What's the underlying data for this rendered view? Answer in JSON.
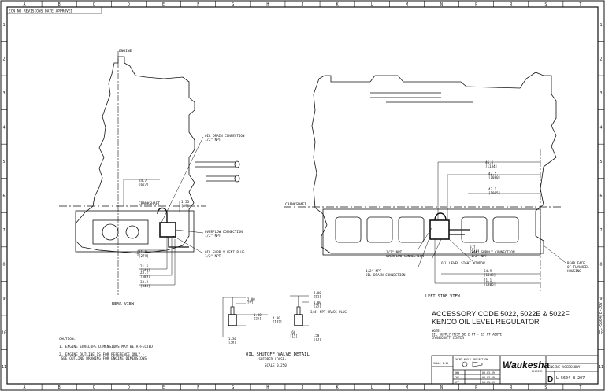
{
  "sheet": {
    "columns": [
      "A",
      "B",
      "C",
      "D",
      "E",
      "F",
      "G",
      "H",
      "J",
      "K",
      "L",
      "M",
      "N",
      "P",
      "R",
      "S",
      "T"
    ],
    "rows": [
      "1",
      "2",
      "3",
      "4",
      "5",
      "6",
      "7",
      "8",
      "9",
      "10",
      "11"
    ],
    "revision_header": "ECN NO  REVISIONS  DATE  APPROVED"
  },
  "rear_view": {
    "title": "REAR VIEW",
    "top_label": "ENGINE",
    "crankshaft_label": "CRANKSHAFT",
    "callouts": {
      "oil_drain": "OIL DRAIN CONNECTION\n1/2\" NPT",
      "overflow": "OVERFLOW CONNECTION\n1/2\" NPT",
      "vent_plug": "OIL SUPPLY VENT PLUG\n1/2\" NPT"
    },
    "dims": [
      "24.7\n[627]",
      "1.53\n[39]",
      "11.0\n[279]",
      "21.6\n[549]",
      "23.2\n[589]",
      "33.2\n[843]"
    ]
  },
  "left_side_view": {
    "title": "LEFT SIDE VIEW",
    "crankshaft_label": "CRANKSHAFT",
    "callouts": {
      "overflow_conn": "1/2\" NPT\nOVERFLOW CONNECTION",
      "drain_conn": "1/2\" NPT\nOIL DRAIN CONNECTION",
      "sight_window": "OIL LEVEL SIGHT WINDOW",
      "supply_conn": "3/4\" SUPPLY CONNECTION\n1/2\" NPT",
      "rear_face": "REAR FACE\nOF FLYWHEEL\nHOUSING"
    },
    "dims": [
      "46.6\n[1184]",
      "42.5\n[1080]",
      "43.1\n[1095]",
      "9.7\n[246]",
      "64.9\n[1648]",
      "71.1\n[1806]"
    ]
  },
  "valve_detail": {
    "title": "OIL SHUTOFF VALVE DETAIL",
    "subtitle": "-SHIPPED LOOSE-",
    "scale": "SCALE  0.250",
    "dims": [
      "2.00\n[51]",
      "1.00\n[25]",
      "4.00\n[102]",
      "1.50\n[38]",
      "2.00\n[51]",
      "1.00\n[25]",
      ".50\n[13]",
      ".60\n[15]"
    ],
    "callout": "3/4\" NPT BRASS PLUG"
  },
  "accessory": {
    "line1": "ACCESSORY CODE 5022, 5022E & 5022F",
    "line2": "KENCO OIL LEVEL REGULATOR",
    "note": "NOTE:\nOIL SUPPLY MUST BE 2 FT - 15 FT ABOVE\nCRANKSHAFT CENTER"
  },
  "caution": {
    "heading": "CAUTION:",
    "items": [
      "1. ENGINE ENVELOPE DIMENSIONS MAY BE AFFECTED.",
      "2. ENGINE OUTLINE IS FOR REFERENCE ONLY -\n   SEE OUTLINE DRAWING FOR ENGINE DIMENSIONS"
    ]
  },
  "title_block": {
    "company": "Waukesha",
    "tagline": "ENGINE",
    "drawing_title": "ENGINE ACCESSORY",
    "drawing_number": "L-5604-B-207",
    "sheet_size": "D",
    "third_angle": "THIRD ANGLE PROJECTION",
    "scale_label": "SCALE 1:10",
    "rev_row_labels": [
      "DWN",
      "CHK",
      "APP"
    ],
    "rev_row_values": [
      "03-03-09",
      "03-03-09",
      "03-03-09"
    ],
    "side_number": "L-5604-B-207"
  }
}
